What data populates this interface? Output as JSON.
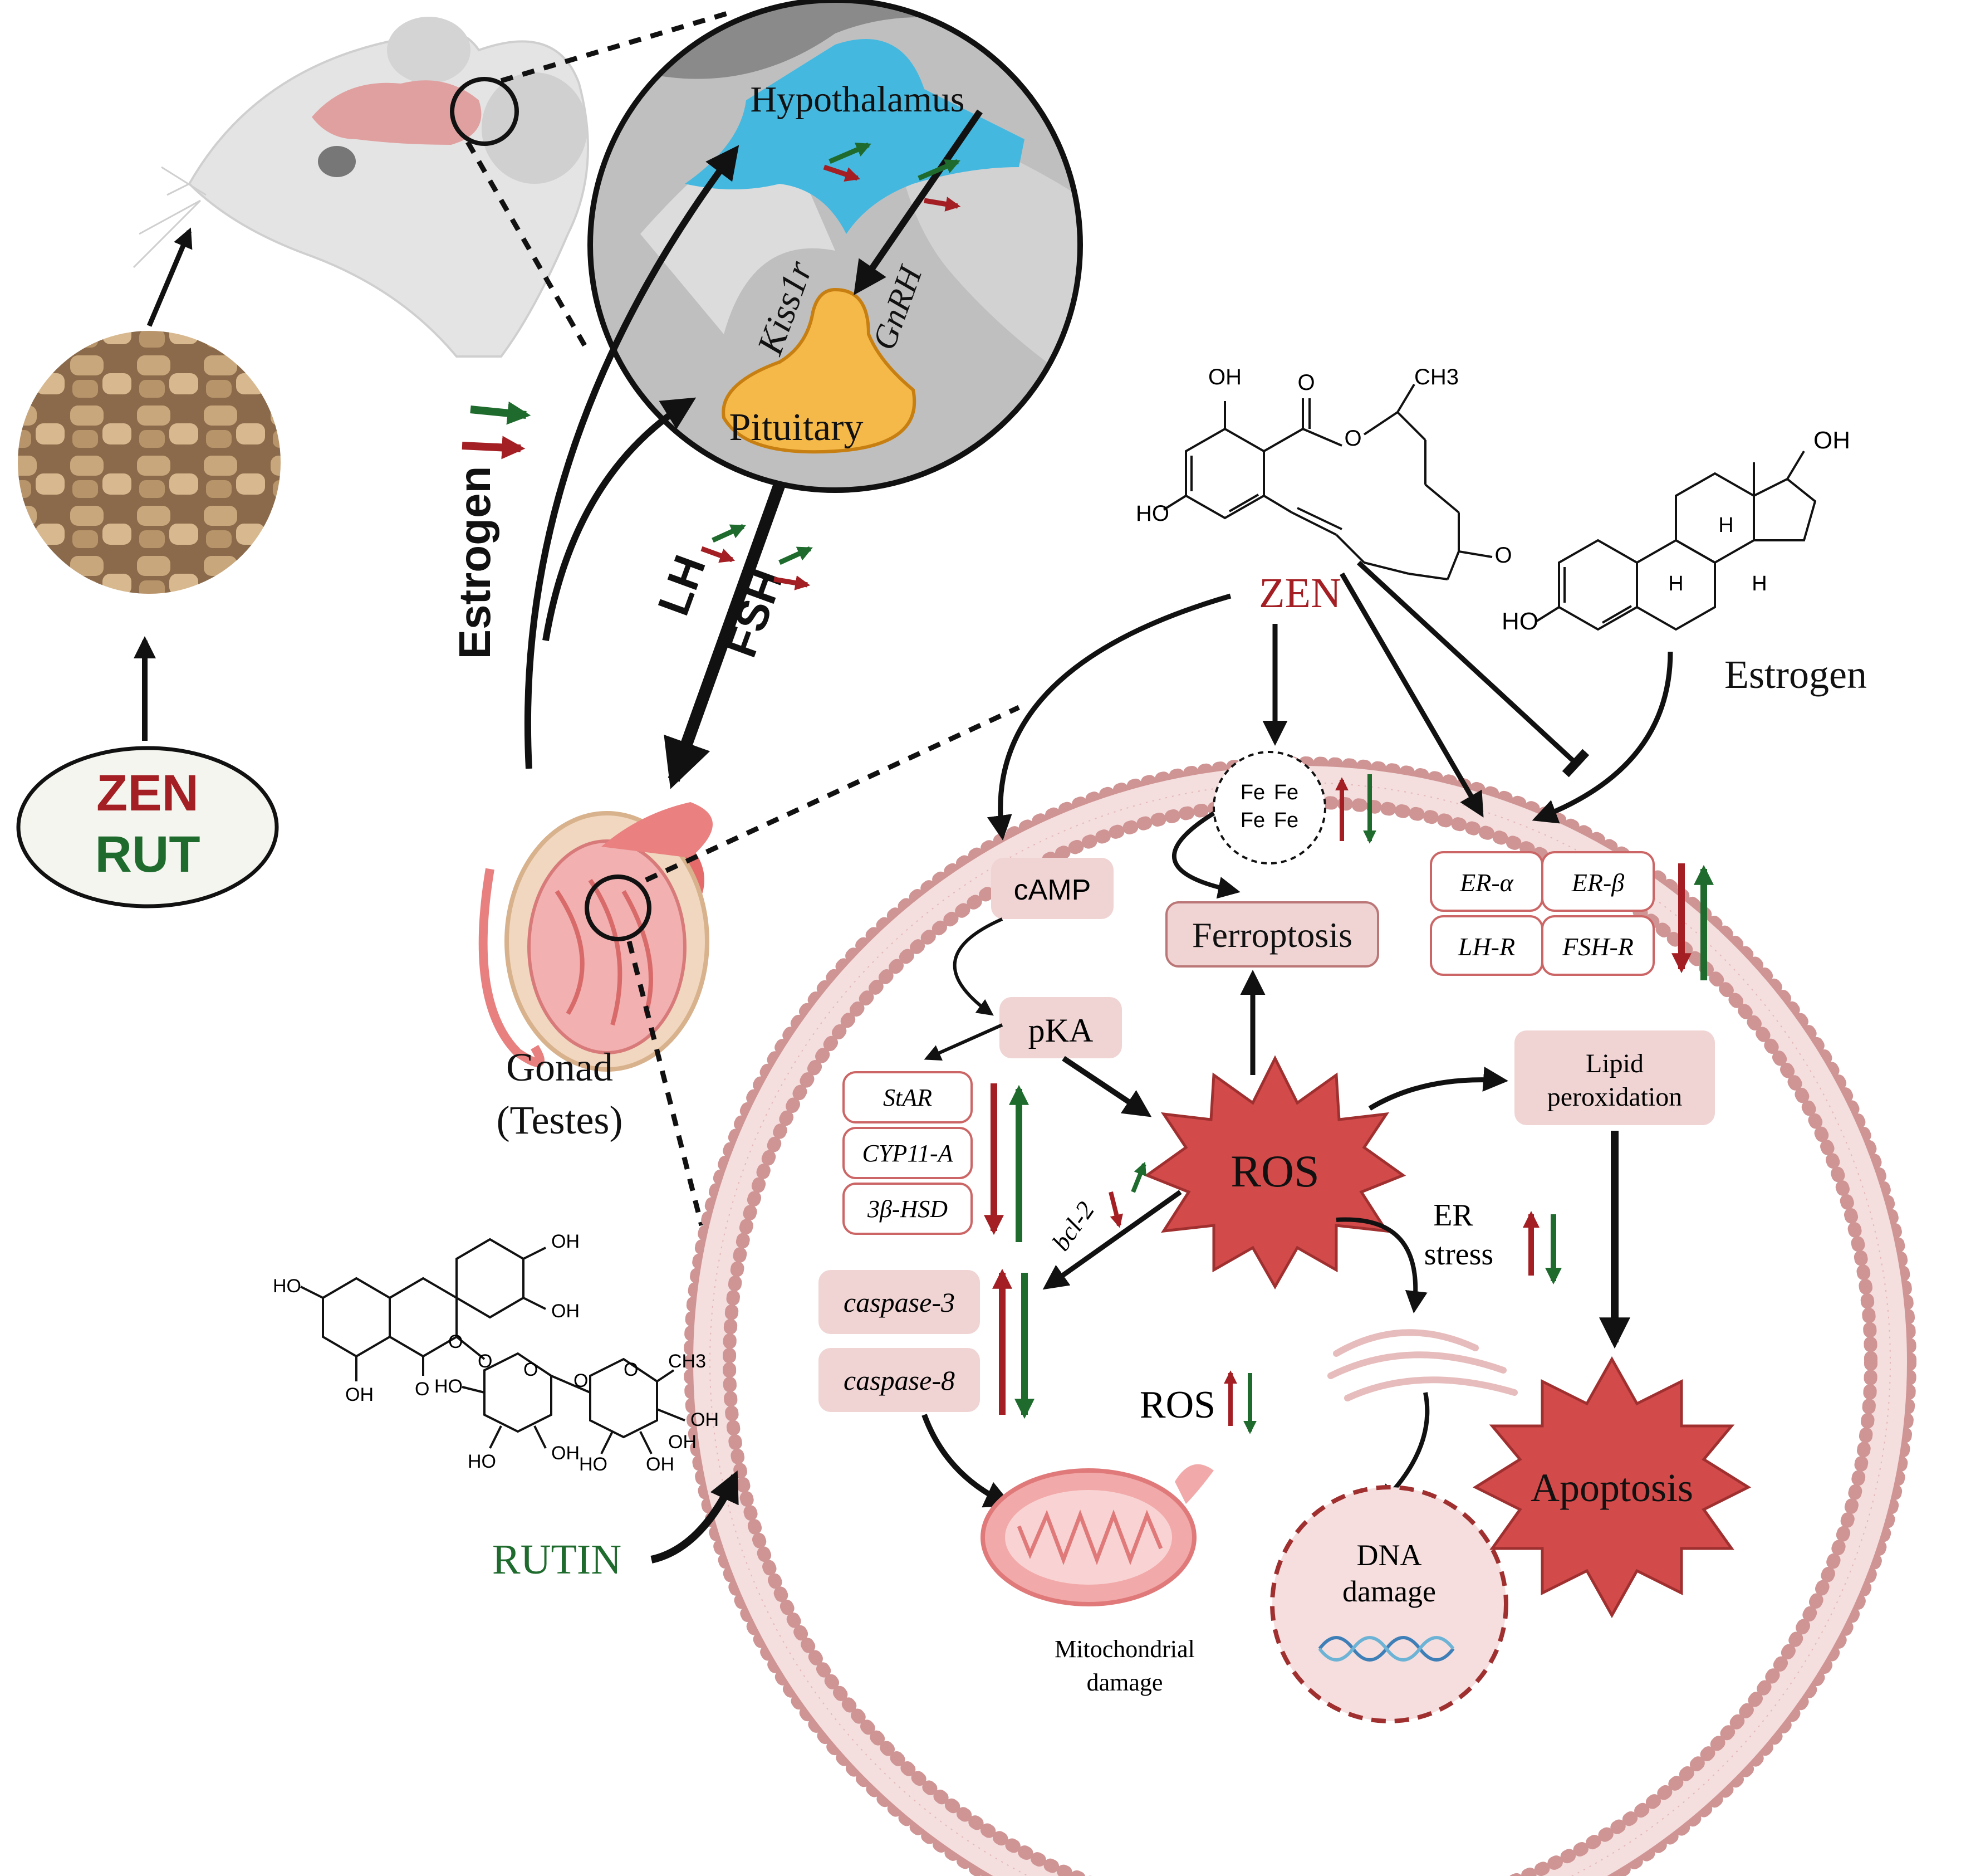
{
  "labels": {
    "zen_oval": "ZEN",
    "rut_oval": "RUT",
    "hypothalamus": "Hypothalamus",
    "pituitary": "Pituitary",
    "kiss1r": "Kiss1r",
    "gnrh": "GnRH",
    "estrogen_axis": "Estrogen",
    "lh": "LH",
    "fsh": "FSH",
    "gonad": "Gonad",
    "testes": "(Testes)",
    "zen_main": "ZEN",
    "estrogen_main": "Estrogen",
    "fe": "Fe",
    "ferroptosis": "Ferroptosis",
    "er_alpha": "ER-α",
    "er_beta": "ER-β",
    "lh_r": "LH-R",
    "fsh_r": "FSH-R",
    "camp": "cAMP",
    "pka": "pKA",
    "ros_center": "ROS",
    "lipid_1": "Lipid",
    "lipid_2": "peroxidation",
    "star": "StAR",
    "cyp11a": "CYP11-A",
    "hsd3b": "3β-HSD",
    "bcl2": "bcl-2",
    "er_stress_1": "ER",
    "er_stress_2": "stress",
    "caspase3": "caspase-3",
    "caspase8": "caspase-8",
    "ros_small": "ROS",
    "apoptosis": "Apoptosis",
    "mito_1": "Mitochondrial",
    "mito_2": "damage",
    "dna_1": "DNA",
    "dna_2": "damage",
    "rutin": "RUTIN"
  },
  "chem": {
    "zen_oh1": "OH",
    "zen_ho": "HO",
    "zen_o1": "O",
    "zen_o2": "O",
    "zen_o3": "O",
    "zen_ch3": "CH3",
    "est_oh": "OH",
    "est_ho": "HO",
    "est_h1": "H",
    "est_h2": "H",
    "est_h3": "H",
    "rut_oh_a": "OH",
    "rut_oh_b": "OH",
    "rut_ho_a": "HO",
    "rut_oh_c": "OH",
    "rut_o1": "O",
    "rut_o2": "O",
    "rut_o3": "O",
    "rut_o4": "O",
    "rut_o5": "O",
    "rut_o6": "O",
    "rut_ho_b": "HO",
    "rut_oh_d": "OH",
    "rut_ho_c": "HO",
    "rut_oh_e": "OH",
    "rut_ch3": "CH3",
    "rut_ho_d": "HO",
    "rut_oh_f": "OH",
    "rut_oh_g": "OH"
  },
  "colors": {
    "red": "#a31f24",
    "green": "#1e6b2d",
    "membrane": "#d9a3a3",
    "box_fill": "#f0d4d4",
    "ros_fill": "#d24a4a",
    "hypothalamus": "#45b8e0",
    "pituitary": "#f5b94a"
  },
  "icons": {
    "up": "up-arrow-icon",
    "down": "down-arrow-icon"
  }
}
